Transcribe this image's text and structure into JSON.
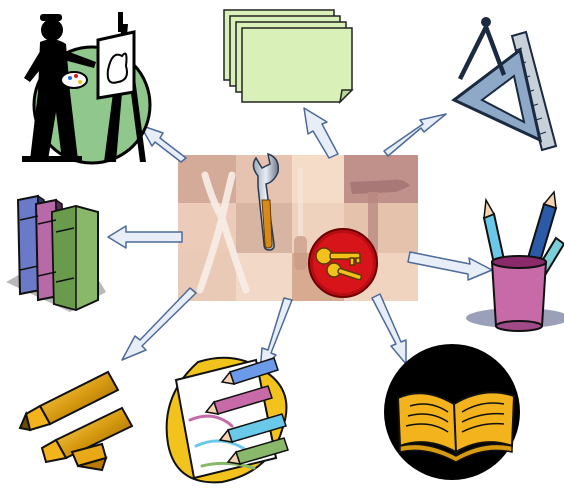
{
  "diagram": {
    "hub": {
      "name": "tools-collage",
      "icons": [
        "pliers-icon",
        "wrench-icon",
        "hammer-icon",
        "screwdriver-icon",
        "keys-icon"
      ],
      "keys_badge_color": "#d8141b"
    },
    "spokes": [
      {
        "icon": "painter-at-easel-icon",
        "direction": "upper-left"
      },
      {
        "icon": "stacked-paper-icon",
        "direction": "up"
      },
      {
        "icon": "drafting-tools-icon",
        "direction": "upper-right"
      },
      {
        "icon": "books-icon",
        "direction": "left"
      },
      {
        "icon": "pencil-cup-icon",
        "direction": "right"
      },
      {
        "icon": "highlighters-icon",
        "direction": "lower-left"
      },
      {
        "icon": "drawing-pencils-icon",
        "direction": "down"
      },
      {
        "icon": "open-book-icon",
        "direction": "lower-right"
      }
    ],
    "colors": {
      "arrow_fill": "#e8eef8",
      "arrow_stroke": "#4d6a9a",
      "paper": "#d9f0b8",
      "easel_bg": "#8fc78c",
      "book_gold": "#f2b31d"
    }
  }
}
